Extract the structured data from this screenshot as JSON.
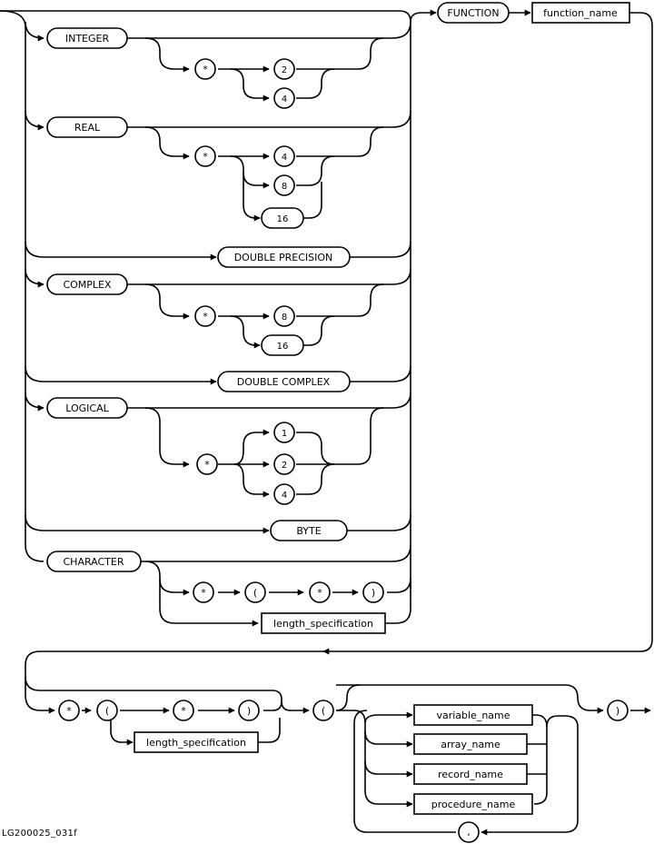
{
  "keywords": {
    "function": "FUNCTION",
    "integer": "INTEGER",
    "real": "REAL",
    "double_precision": "DOUBLE PRECISION",
    "complex": "COMPLEX",
    "double_complex": "DOUBLE COMPLEX",
    "logical": "LOGICAL",
    "byte": "BYTE",
    "character": "CHARACTER"
  },
  "names": {
    "function_name": "function_name",
    "length_specification": "length_specification",
    "variable_name": "variable_name",
    "array_name": "array_name",
    "record_name": "record_name",
    "procedure_name": "procedure_name"
  },
  "symbols": {
    "star": "*",
    "lparen": "(",
    "rparen": ")",
    "comma": ","
  },
  "sizes": {
    "integer": [
      "2",
      "4"
    ],
    "real": [
      "4",
      "8",
      "16"
    ],
    "complex": [
      "8",
      "16"
    ],
    "logical": [
      "1",
      "2",
      "4"
    ]
  },
  "caption": "LG200025_031f"
}
